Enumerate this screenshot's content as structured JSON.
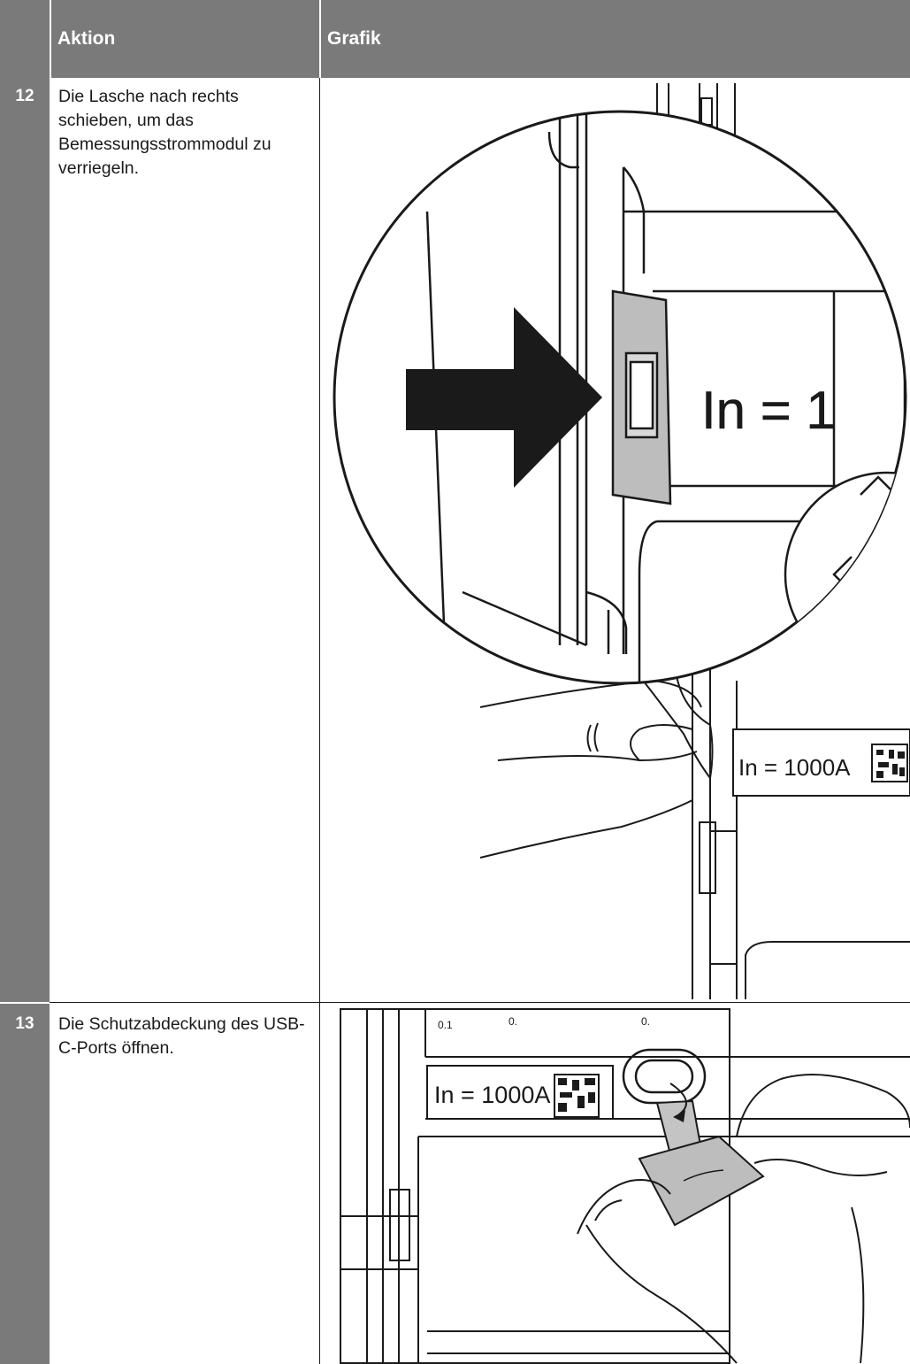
{
  "header": {
    "aktion": "Aktion",
    "grafik": "Grafik"
  },
  "steps": [
    {
      "number": "12",
      "action": "Die Lasche nach rechts schieben, um das Bemessungsstrommodul zu verriegeln.",
      "figure_labels": {
        "zoom_label": "In = 1",
        "module_label": "In = 1000A"
      }
    },
    {
      "number": "13",
      "action": "Die Schutzabdeckung des USB-C-Ports öffnen.",
      "figure_labels": {
        "scale_marks": [
          "0.1",
          "0.",
          "0."
        ],
        "module_label": "In = 1000A"
      }
    }
  ]
}
